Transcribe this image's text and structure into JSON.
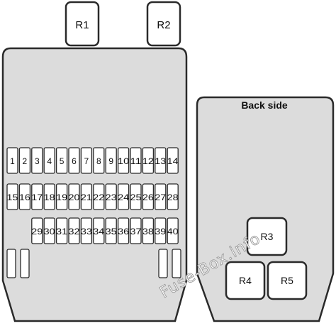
{
  "relays_top": [
    "R1",
    "R2"
  ],
  "back_side": {
    "title": "Back side",
    "relays": [
      "R3",
      "R4",
      "R5"
    ]
  },
  "fuses": {
    "row1": [
      "1",
      "2",
      "3",
      "4",
      "5",
      "6",
      "7",
      "8",
      "9",
      "10",
      "11",
      "12",
      "13",
      "14"
    ],
    "row2": [
      "15",
      "16",
      "17",
      "18",
      "19",
      "20",
      "21",
      "22",
      "23",
      "24",
      "25",
      "26",
      "27",
      "28"
    ],
    "row3": [
      "29",
      "30",
      "31",
      "32",
      "33",
      "34",
      "35",
      "36",
      "37",
      "38",
      "39",
      "40"
    ]
  },
  "watermark": "Fuse-Box.info",
  "colors": {
    "panel_fill": "#dcdcdc",
    "outline": "#2a2a2a",
    "relay_fill": "#ffffff"
  }
}
